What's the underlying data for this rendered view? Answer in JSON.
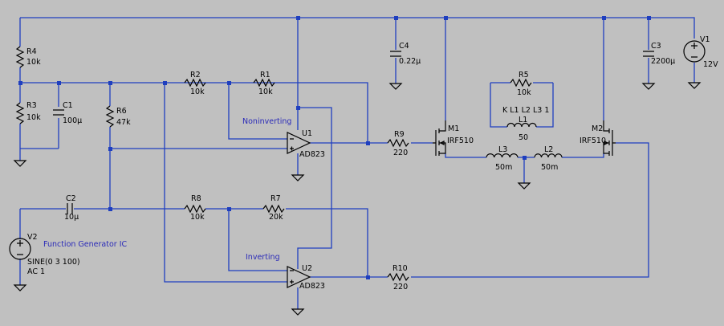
{
  "components": {
    "R4": {
      "ref": "R4",
      "value": "10k"
    },
    "R3": {
      "ref": "R3",
      "value": "10k"
    },
    "C1": {
      "ref": "C1",
      "value": "100µ"
    },
    "R6": {
      "ref": "R6",
      "value": "47k"
    },
    "R2": {
      "ref": "R2",
      "value": "10k"
    },
    "R1": {
      "ref": "R1",
      "value": "10k"
    },
    "C4": {
      "ref": "C4",
      "value": "0.22µ"
    },
    "C3": {
      "ref": "C3",
      "value": "2200µ"
    },
    "V1": {
      "ref": "V1",
      "value": "12V"
    },
    "U1": {
      "ref": "U1",
      "value": "AD823"
    },
    "U2": {
      "ref": "U2",
      "value": "AD823"
    },
    "R9": {
      "ref": "R9",
      "value": "220"
    },
    "R10": {
      "ref": "R10",
      "value": "220"
    },
    "M1": {
      "ref": "M1",
      "value": "IRF510"
    },
    "M2": {
      "ref": "M2",
      "value": "IRF510"
    },
    "R5": {
      "ref": "R5",
      "value": "10k"
    },
    "L1": {
      "ref": "L1",
      "value": "50"
    },
    "L2": {
      "ref": "L2",
      "value": "50m"
    },
    "L3": {
      "ref": "L3",
      "value": "50m"
    },
    "C2": {
      "ref": "C2",
      "value": "10µ"
    },
    "R8": {
      "ref": "R8",
      "value": "10k"
    },
    "R7": {
      "ref": "R7",
      "value": "20k"
    },
    "V2": {
      "ref": "V2",
      "value": "SINE(0 3 100)",
      "ac": "AC 1"
    }
  },
  "directives": {
    "coupling": "K L1 L2 L3 1"
  },
  "notes": {
    "noninverting": "Noninverting",
    "inverting": "Inverting",
    "function_gen": "Function Generator IC"
  },
  "colors": {
    "wire": "#1f3fbf",
    "background": "#c0c0c0",
    "note": "#2a2ab8"
  }
}
